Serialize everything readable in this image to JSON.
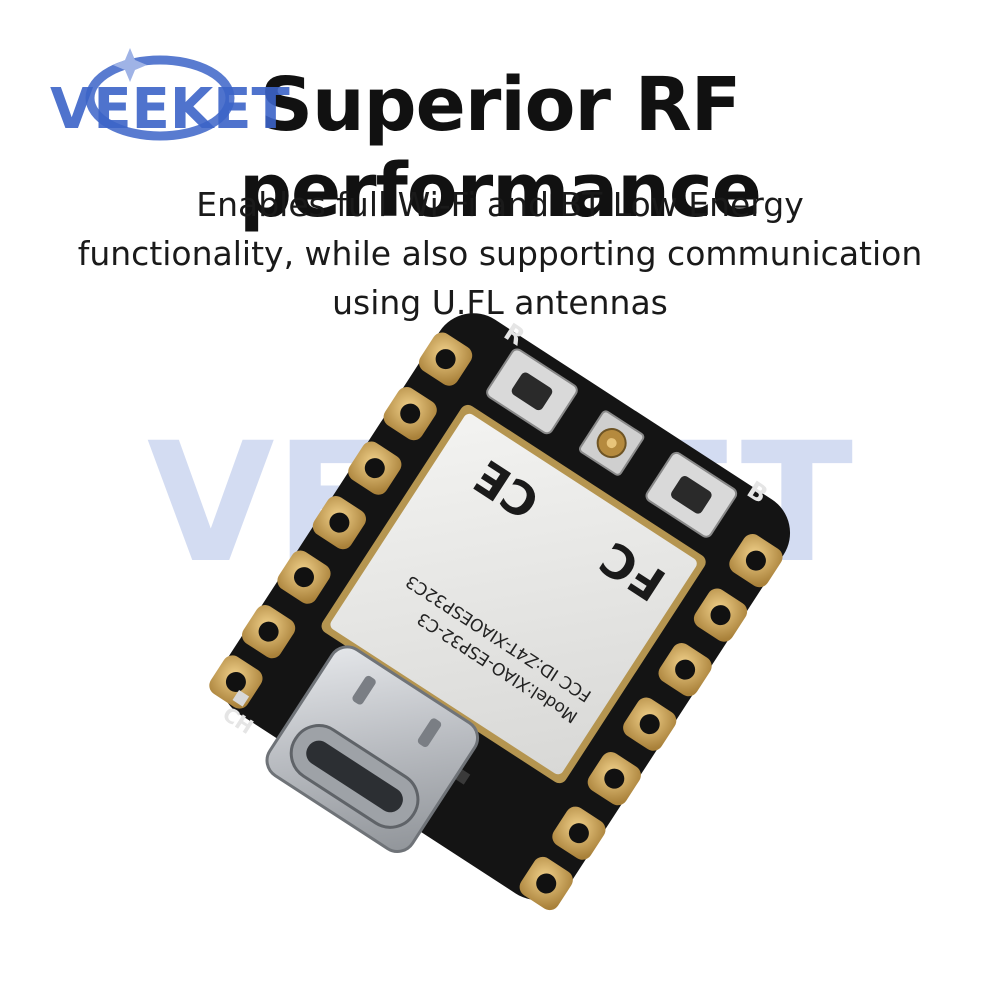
{
  "headline": "Superior RF performance",
  "subtext": {
    "line1": "Enables full Wi-Fi and BT Low Energy",
    "line2": "functionality, while also supporting communication",
    "line3": "using U.FL antennas"
  },
  "watermark": {
    "brand": "VEEKET",
    "color": "#3c64c8"
  },
  "board": {
    "label_reset": "R",
    "label_boot": "B",
    "label_charge": "CH",
    "shield_model": "Model:XIAO-ESP32-C3",
    "shield_fcc": "FCC ID:Z4T-XIAOESP32C3",
    "mark_ce": "CE",
    "mark_fcc": "FC",
    "colors": {
      "pcb": "#141414",
      "gold": "#c9a35a",
      "shield": "#e6e6e4",
      "usb": "#c9cbcf"
    }
  }
}
